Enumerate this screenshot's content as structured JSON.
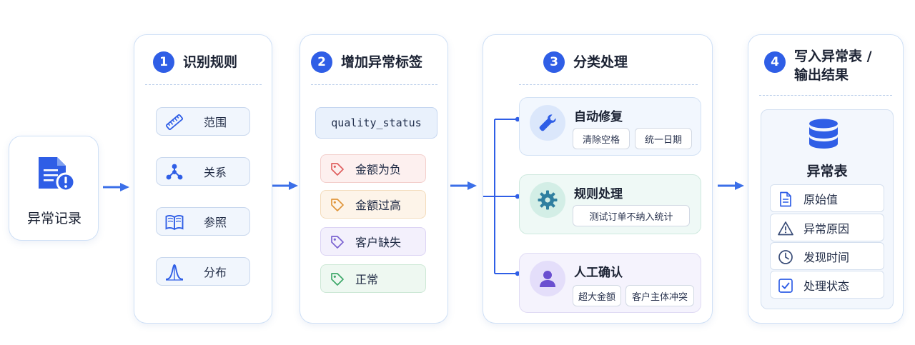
{
  "source": {
    "label": "异常记录",
    "icon": "document-alert-icon"
  },
  "steps": [
    {
      "num": "1",
      "title": "识别规则",
      "items": [
        {
          "label": "范围",
          "icon": "ruler-icon"
        },
        {
          "label": "关系",
          "icon": "network-nodes-icon"
        },
        {
          "label": "参照",
          "icon": "book-icon"
        },
        {
          "label": "分布",
          "icon": "bell-curve-icon"
        }
      ]
    },
    {
      "num": "2",
      "title": "增加异常标签",
      "field": "quality_status",
      "tags": [
        {
          "label": "金额为负",
          "icon": "tag-icon",
          "color": "#e0605f"
        },
        {
          "label": "金额过高",
          "icon": "tag-icon",
          "color": "#e0953a"
        },
        {
          "label": "客户缺失",
          "icon": "tag-icon",
          "color": "#7b63d1"
        },
        {
          "label": "正常",
          "icon": "tag-icon",
          "color": "#3fa86a"
        }
      ]
    },
    {
      "num": "3",
      "title": "分类处理",
      "groups": [
        {
          "title": "自动修复",
          "icon": "wrench-icon",
          "chips": [
            "清除空格",
            "统一日期"
          ]
        },
        {
          "title": "规则处理",
          "icon": "gear-icon",
          "chips": [
            "测试订单不纳入统计"
          ]
        },
        {
          "title": "人工确认",
          "icon": "person-icon",
          "chips": [
            "超大金额",
            "客户主体冲突"
          ]
        }
      ]
    },
    {
      "num": "4",
      "title_line1": "写入异常表 /",
      "title_line2": "输出结果",
      "table_title": "异常表",
      "table_icon": "database-icon",
      "fields": [
        {
          "label": "原始值",
          "icon": "file-icon"
        },
        {
          "label": "异常原因",
          "icon": "warning-icon"
        },
        {
          "label": "发现时间",
          "icon": "clock-icon"
        },
        {
          "label": "处理状态",
          "icon": "checkbox-icon"
        }
      ]
    }
  ],
  "colors": {
    "accent": "#2f5ee6",
    "arrow": "#3b6fe8",
    "border": "#cfe0f6"
  }
}
